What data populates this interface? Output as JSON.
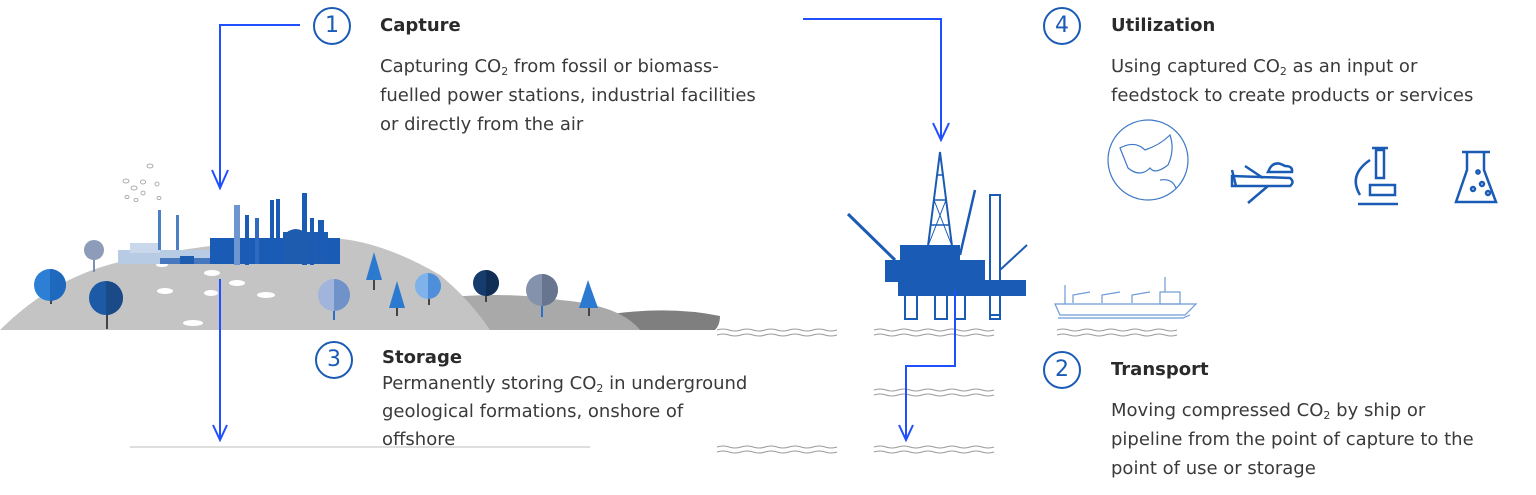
{
  "diagram": {
    "title": "Carbon capture, utilization and storage process",
    "accent_color": "#1a5bb5",
    "arrow_color": "#1f4fff",
    "steps": [
      {
        "number": "1",
        "title": "Capture",
        "lines": [
          {
            "pre": "Capturing CO",
            "sub": "2",
            "post": " from fossil or biomass-"
          },
          {
            "pre": "fuelled power stations, industrial facilities",
            "sub": "",
            "post": ""
          },
          {
            "pre": "or directly from the air",
            "sub": "",
            "post": ""
          }
        ]
      },
      {
        "number": "2",
        "title": "Transport",
        "lines": [
          {
            "pre": "Moving compressed CO",
            "sub": "2",
            "post": " by ship or"
          },
          {
            "pre": "pipeline from the point of capture to the",
            "sub": "",
            "post": ""
          },
          {
            "pre": "point of use or storage",
            "sub": "",
            "post": ""
          }
        ]
      },
      {
        "number": "3",
        "title": "Storage",
        "lines": [
          {
            "pre": "Permanently storing CO",
            "sub": "2",
            "post": " in underground"
          },
          {
            "pre": "geological formations, onshore of",
            "sub": "",
            "post": ""
          },
          {
            "pre": "offshore",
            "sub": "",
            "post": ""
          }
        ]
      },
      {
        "number": "4",
        "title": "Utilization",
        "lines": [
          {
            "pre": "Using captured CO",
            "sub": "2",
            "post": " as an input or"
          },
          {
            "pre": "feedstock to create products or services",
            "sub": "",
            "post": ""
          }
        ]
      }
    ],
    "utilization_icons": [
      "globe-icon",
      "airplane-icon",
      "microscope-icon",
      "flask-icon"
    ],
    "illustrations": [
      "industrial-landscape",
      "offshore-oil-rig",
      "cargo-ship"
    ]
  }
}
